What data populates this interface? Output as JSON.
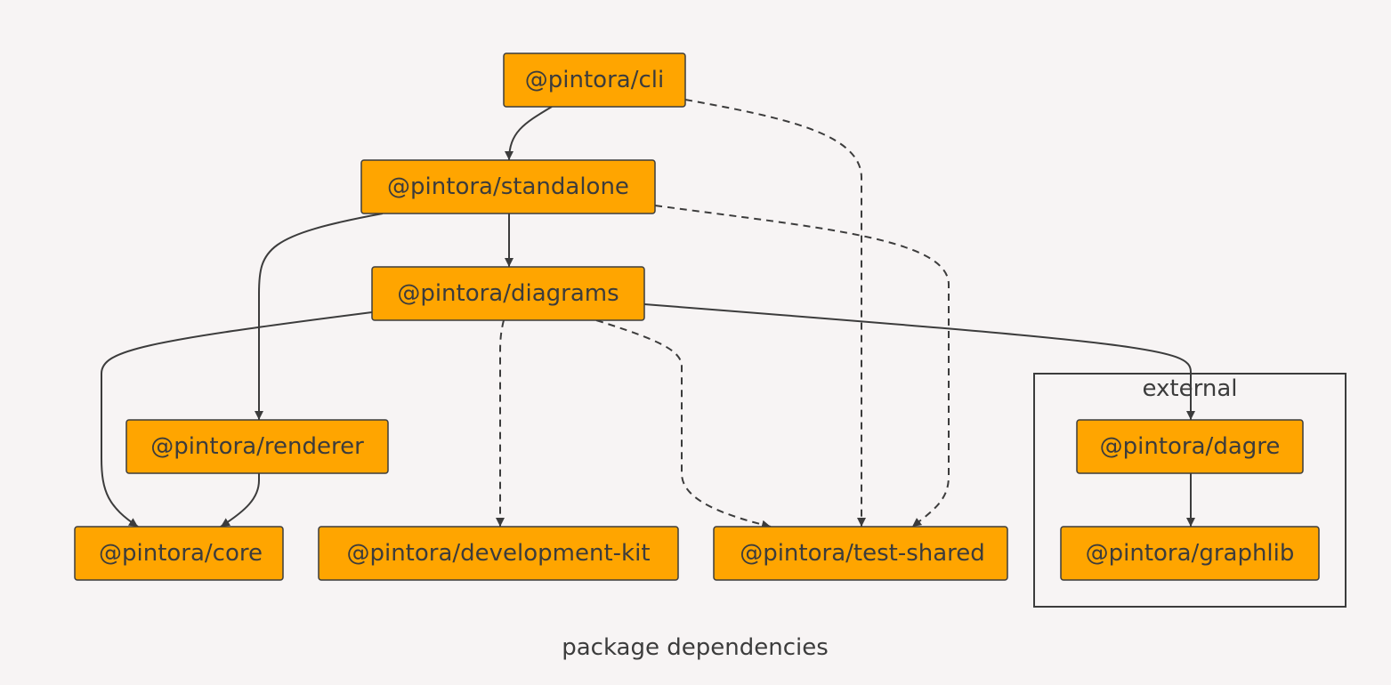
{
  "diagram": {
    "caption": "package dependencies",
    "group": {
      "label": "external"
    },
    "nodes": {
      "cli": "@pintora/cli",
      "standalone": "@pintora/standalone",
      "diagrams": "@pintora/diagrams",
      "renderer": "@pintora/renderer",
      "core": "@pintora/core",
      "devkit": "@pintora/development-kit",
      "testshared": "@pintora/test-shared",
      "dagre": "@pintora/dagre",
      "graphlib": "@pintora/graphlib"
    },
    "edges": [
      {
        "from": "cli",
        "to": "standalone",
        "style": "solid"
      },
      {
        "from": "cli",
        "to": "testshared",
        "style": "dashed"
      },
      {
        "from": "standalone",
        "to": "diagrams",
        "style": "solid"
      },
      {
        "from": "standalone",
        "to": "renderer",
        "style": "solid"
      },
      {
        "from": "standalone",
        "to": "testshared",
        "style": "dashed"
      },
      {
        "from": "diagrams",
        "to": "core",
        "style": "solid"
      },
      {
        "from": "diagrams",
        "to": "devkit",
        "style": "dashed"
      },
      {
        "from": "diagrams",
        "to": "testshared",
        "style": "dashed"
      },
      {
        "from": "diagrams",
        "to": "dagre",
        "style": "solid"
      },
      {
        "from": "renderer",
        "to": "core",
        "style": "solid"
      },
      {
        "from": "dagre",
        "to": "graphlib",
        "style": "solid"
      }
    ],
    "colors": {
      "node_fill": "#ffa500",
      "stroke": "#3c3c3c",
      "background": "#f7f4f4"
    }
  }
}
